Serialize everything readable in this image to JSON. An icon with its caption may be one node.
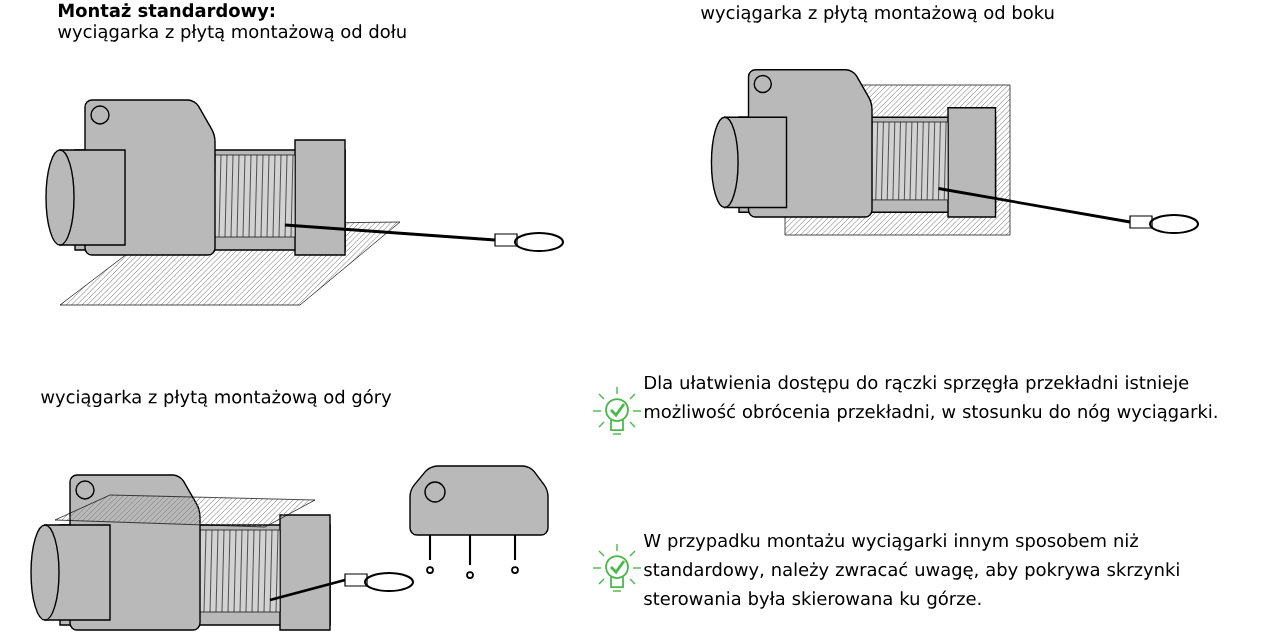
{
  "diagram": {
    "title": "Montaż standardowy:",
    "labels": [
      "wyciągarka z płytą montażową od dołu",
      "wyciągarka z płytą montażową od boku",
      "wyciągarka z płytą montażową od góry",
      "Dla ułatwienia dostępu do rączki sprzęgła przekładni istnieje możliwość obrócenia przekładni, w stosunku do nóg wyciągarki.",
      "W przypadku montażu wyciągarki innym sposobem niż standardowy, należy zwracać uwagę, aby pokrywa skrzynki sterowania była skierowana ku górze."
    ]
  }
}
